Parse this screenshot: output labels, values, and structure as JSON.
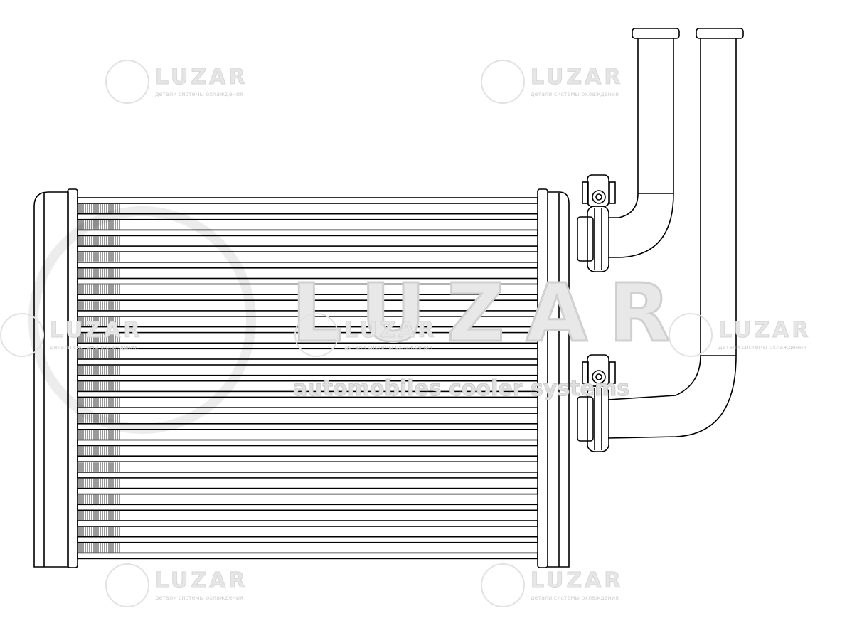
{
  "watermark": {
    "brand": "LUZAR",
    "subtitle_ru": "детали системы охлаждения",
    "subtitle_en": "automobiles cooler systems"
  },
  "drawing": {
    "subject": "heater-core",
    "tube_count": 22,
    "line_color": "#000000"
  }
}
